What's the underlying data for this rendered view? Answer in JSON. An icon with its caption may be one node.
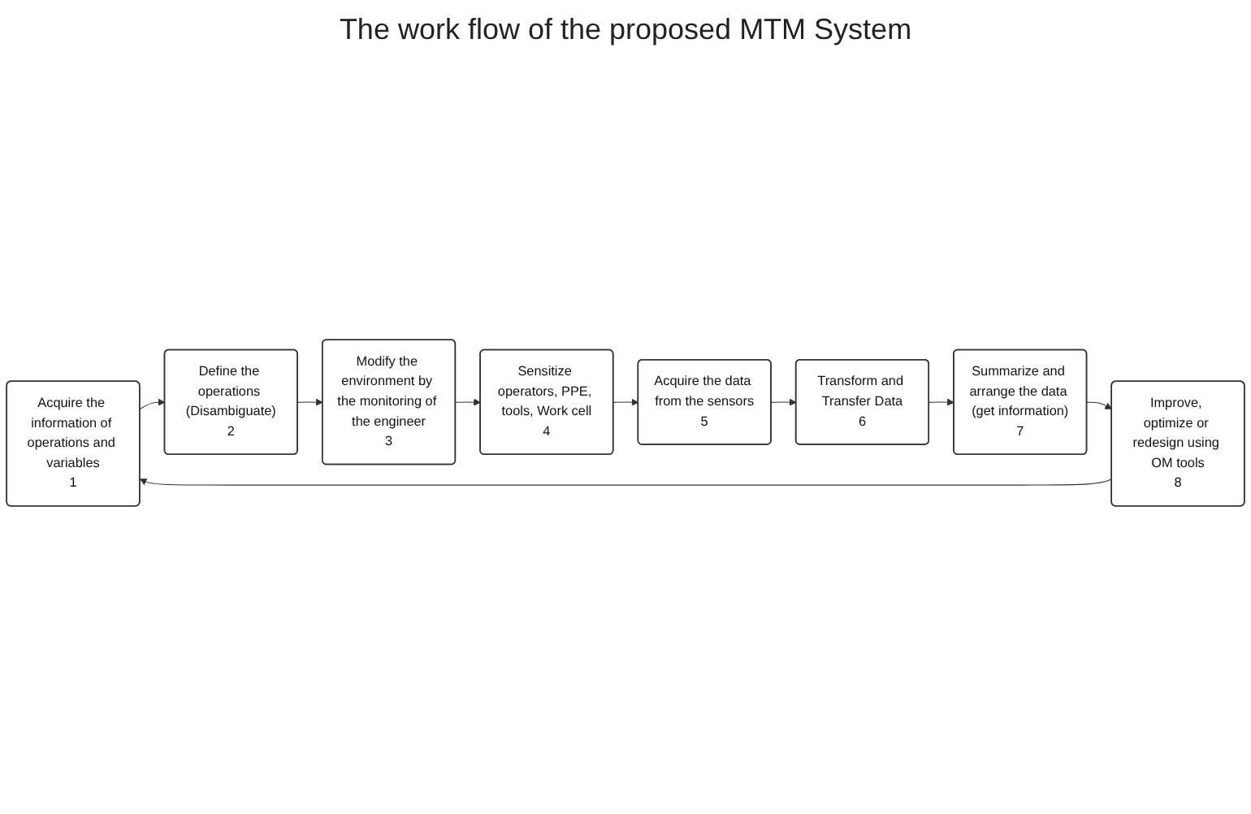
{
  "diagram": {
    "title": "The work flow of the proposed MTM System",
    "nodes": [
      {
        "text": [
          "Acquire the information of operations and variables",
          "1"
        ]
      },
      {
        "text": [
          "Define the operations (Disambiguate)",
          "2"
        ]
      },
      {
        "text": [
          "Modify the environment by the monitoring of the engineer",
          "3"
        ]
      },
      {
        "text": [
          "Sensitize operators, PPE, tools, Work cell",
          "4"
        ]
      },
      {
        "text": [
          "Acquire the data from the sensors",
          "5"
        ]
      },
      {
        "text": [
          "Transform and Transfer Data",
          "6"
        ]
      },
      {
        "text": [
          "Summarize and arrange the data (get information)",
          "7"
        ]
      },
      {
        "text": [
          "Improve, optimize or redesign using OM tools",
          "8"
        ]
      }
    ],
    "edges": [
      {
        "from": 0,
        "to": 1,
        "arrow": "to"
      },
      {
        "from": 1,
        "to": 2,
        "arrow": "to"
      },
      {
        "from": 2,
        "to": 3,
        "arrow": "to"
      },
      {
        "from": 3,
        "to": 4,
        "arrow": "to"
      },
      {
        "from": 4,
        "to": 5,
        "arrow": "to"
      },
      {
        "from": 5,
        "to": 6,
        "arrow": "to"
      },
      {
        "from": 6,
        "to": 7,
        "arrow": "to"
      },
      {
        "from": 7,
        "to": 0,
        "arrow": "to"
      }
    ]
  }
}
